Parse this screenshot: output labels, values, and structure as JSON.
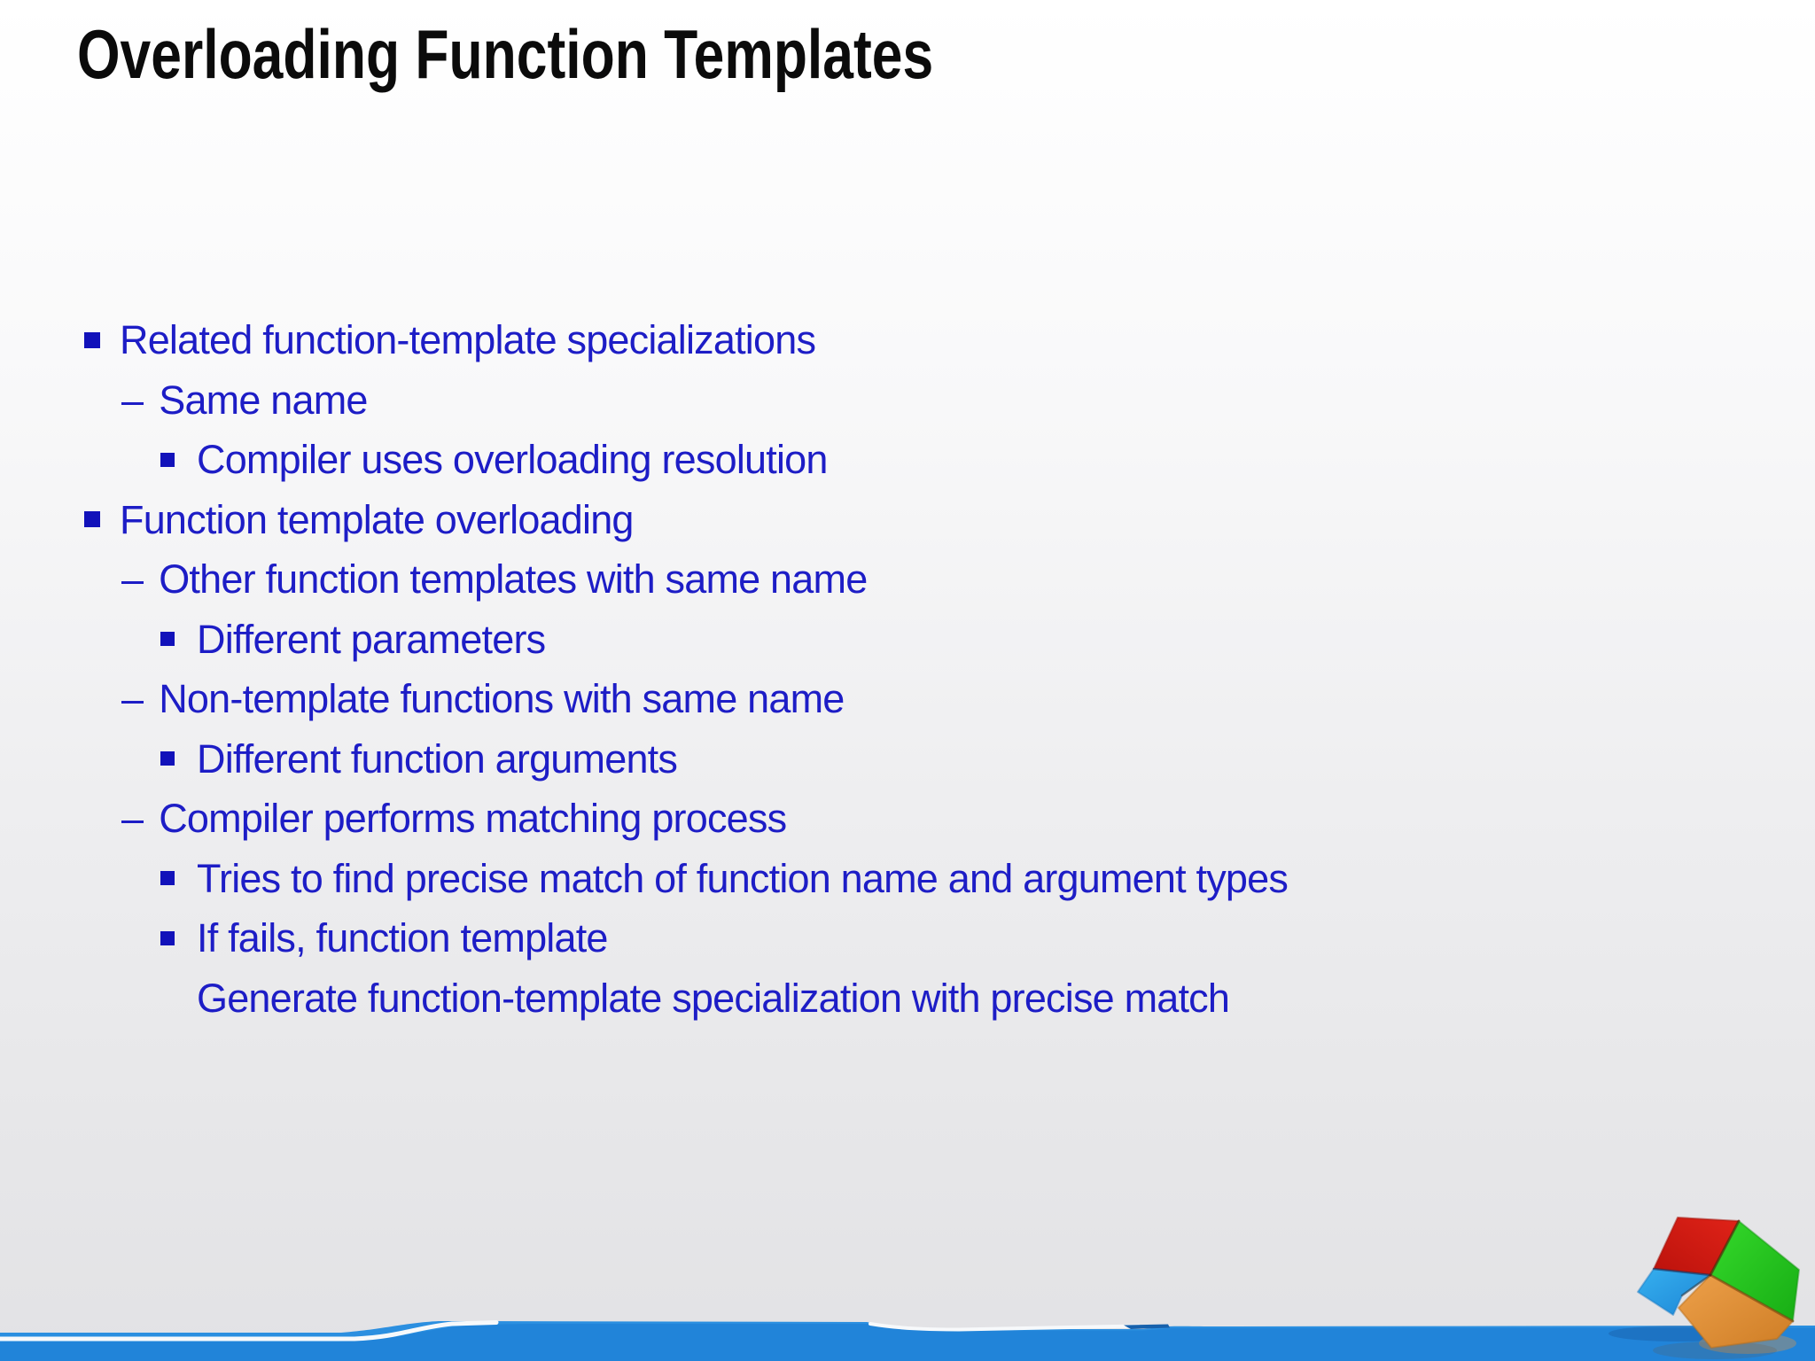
{
  "slide": {
    "title": "Overloading Function Templates",
    "bullets": [
      {
        "level": 1,
        "text": "Related function-template specializations"
      },
      {
        "level": 2,
        "text": "Same name"
      },
      {
        "level": 3,
        "text": "Compiler uses overloading resolution"
      },
      {
        "level": 1,
        "text": "Function template overloading"
      },
      {
        "level": 2,
        "text": "Other function templates with same name"
      },
      {
        "level": 3,
        "text": "Different parameters"
      },
      {
        "level": 2,
        "text": "Non-template functions with same name"
      },
      {
        "level": 3,
        "text": "Different function arguments"
      },
      {
        "level": 2,
        "text": "Compiler performs matching process"
      },
      {
        "level": 3,
        "text": "Tries to find precise match of function name and argument types"
      },
      {
        "level": 3,
        "text": "If fails, function template"
      },
      {
        "level": 4,
        "text": "Generate function-template specialization with precise match"
      }
    ],
    "dash_glyph": "–"
  },
  "colors": {
    "title-color": "#0b0b0b",
    "body-text": "#1d1dc6",
    "bullet-square": "#1212ba",
    "bar-blue": "#2184d9",
    "bar-blue-light": "#2b8fe0",
    "bar-navy-sliver": "#1761ac",
    "highlight-white": "#f7f9fb",
    "cube-red": "#e02318",
    "cube-red-dark": "#bb120c",
    "cube-green": "#35d92b",
    "cube-green-dark": "#17ad14",
    "cube-blue": "#36b0ef",
    "cube-blue-dark": "#1d86d6",
    "cube-orange": "#eda04a",
    "cube-orange-dark": "#ce7d25",
    "background-top": "#ffffff",
    "background-bottom": "#e2e2e5"
  }
}
